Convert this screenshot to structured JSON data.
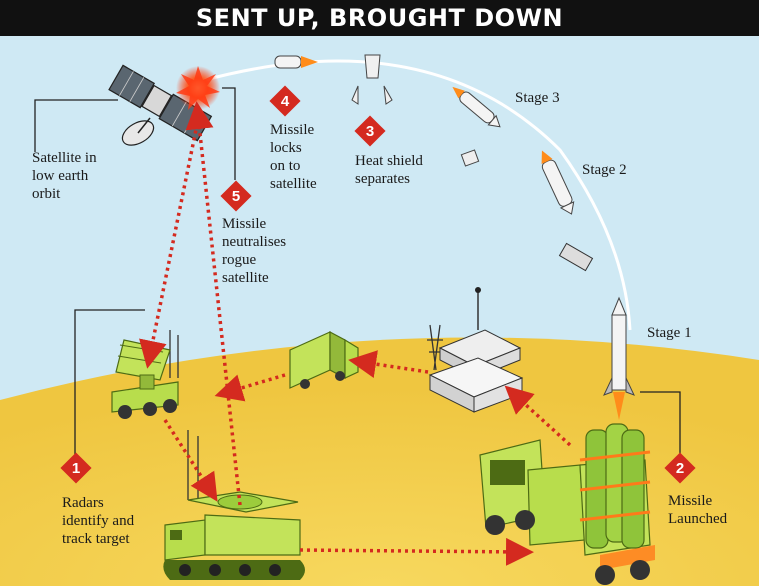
{
  "title": "SENT UP, BROUGHT DOWN",
  "labels": {
    "satellite": [
      "Satellite in",
      "low earth",
      "orbit"
    ],
    "step1": [
      "Radars",
      "identify and",
      "track target"
    ],
    "step2": [
      "Missile",
      "Launched"
    ],
    "step3": [
      "Heat shield",
      "separates"
    ],
    "step4": [
      "Missile",
      "locks",
      "on to",
      "satellite"
    ],
    "step5": [
      "Missile",
      "neutralises",
      "rogue",
      "satellite"
    ],
    "stage1": "Stage 1",
    "stage2": "Stage 2",
    "stage3": "Stage 3"
  },
  "steps": [
    {
      "num": "1"
    },
    {
      "num": "2"
    },
    {
      "num": "3"
    },
    {
      "num": "4"
    },
    {
      "num": "5"
    }
  ],
  "colors": {
    "sky": "#cfe9f4",
    "ground": "#f2cf52",
    "vehicle_green": "#b8dd4c",
    "vehicle_dark": "#4d6b14",
    "arrow_red": "#d42a1f",
    "badge_red": "#d42a1f",
    "title_bg": "#111111"
  }
}
